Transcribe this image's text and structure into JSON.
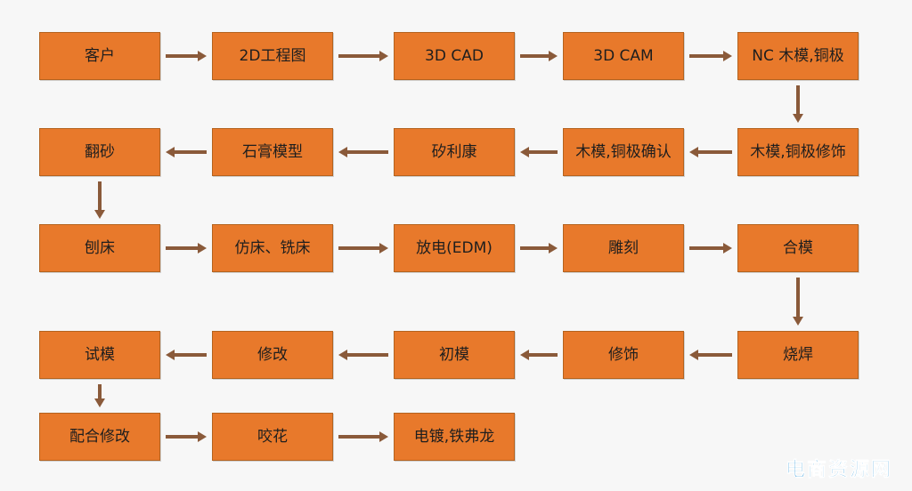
{
  "colors": {
    "box_fill": "#e8792b",
    "box_border": "#b4631f",
    "arrow": "#8a5a3a",
    "watermark": "#1d8fd6"
  },
  "rows": [
    {
      "direction": "right",
      "steps": [
        "客户",
        "2D工程图",
        "3D CAD",
        "3D CAM",
        "NC 木模,铜极"
      ]
    },
    {
      "direction": "left",
      "steps": [
        "翻砂",
        "石膏模型",
        "矽利康",
        "木模,铜极确认",
        "木模,铜极修饰"
      ]
    },
    {
      "direction": "right",
      "steps": [
        "刨床",
        "仿床、铣床",
        "放电(EDM)",
        "雕刻",
        "合模"
      ]
    },
    {
      "direction": "left",
      "steps": [
        "试模",
        "修改",
        "初模",
        "修饰",
        "烧焊"
      ]
    },
    {
      "direction": "right",
      "steps": [
        "配合修改",
        "咬花",
        "电镀,铁弗龙"
      ]
    }
  ],
  "watermark": "电商资源网"
}
